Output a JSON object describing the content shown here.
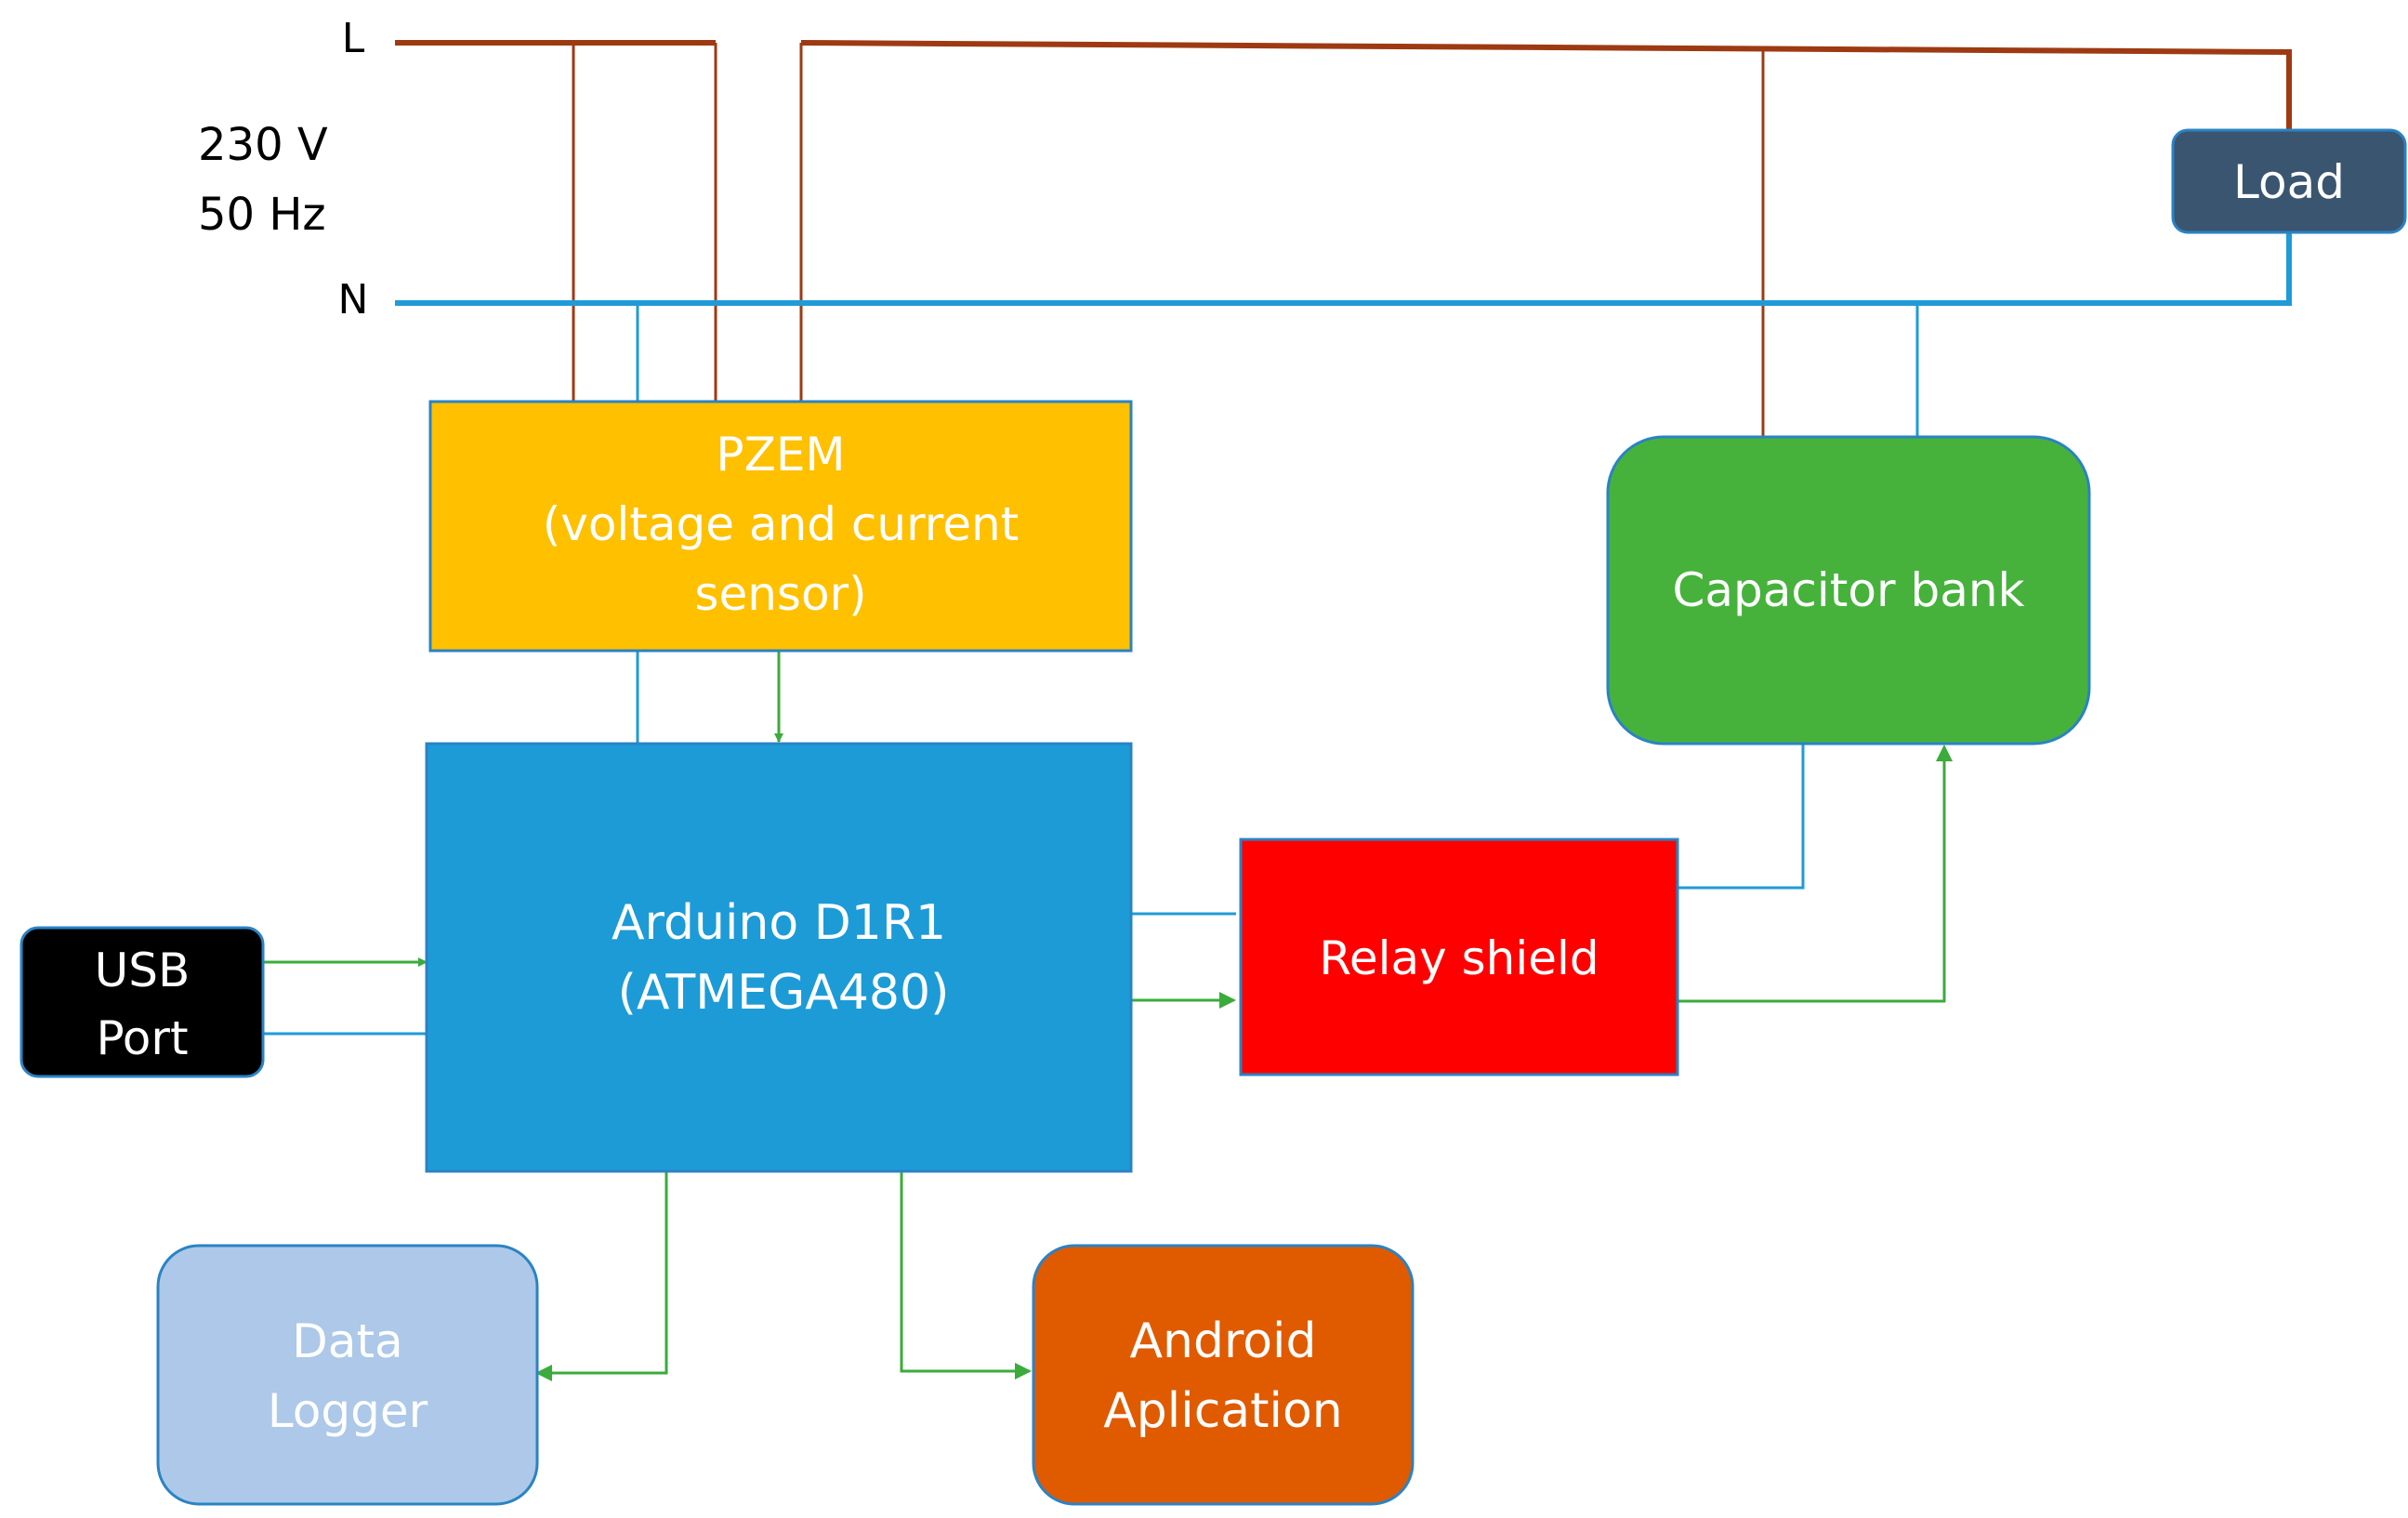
{
  "supply": {
    "line_label": "L",
    "neutral_label": "N",
    "voltage": "230 V",
    "frequency": "50 Hz"
  },
  "blocks": {
    "load": "Load",
    "pzem": [
      "PZEM",
      "(voltage and current",
      "sensor)"
    ],
    "capacitor_bank": "Capacitor bank",
    "arduino": [
      "Arduino D1R1",
      "(ATMEGA480)"
    ],
    "relay_shield": "Relay shield",
    "usb_port": [
      "USB",
      "Port"
    ],
    "data_logger": [
      "Data",
      "Logger"
    ],
    "android_app": [
      "Android",
      "Aplication"
    ]
  },
  "colors": {
    "line_wire": "#9e3a12",
    "neutral_wire": "#1f9bd7",
    "signal_wire": "#3bab3b",
    "load_fill": "#3a5570",
    "pzem_fill": "#ffc000",
    "capacitor_fill": "#46b23c",
    "arduino_fill": "#1c9bd7",
    "relay_fill": "#ff0000",
    "usb_fill": "#000000",
    "logger_fill": "#adc8e8",
    "android_fill": "#e05a00"
  }
}
